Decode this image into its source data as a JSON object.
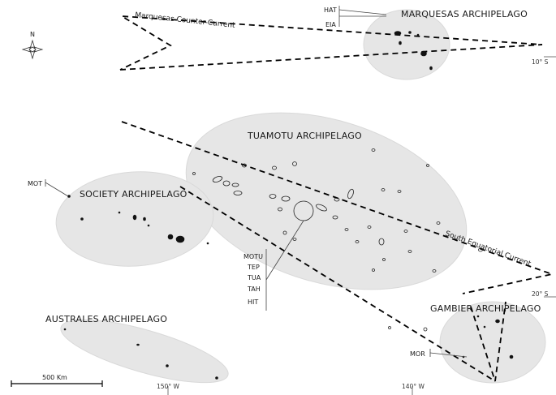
{
  "regions": {
    "marquesas": "MARQUESAS ARCHIPELAGO",
    "tuamotu": "TUAMOTU ARCHIPELAGO",
    "society": "SOCIETY ARCHIPELAGO",
    "australes": "AUSTRALES ARCHIPELAGO",
    "gambier": "GAMBIER ARCHIPELAGO"
  },
  "currents": {
    "marquesas": "Marquesas Counter-Current",
    "south_equatorial": "South Equatorial Current"
  },
  "island_codes": {
    "hat": "HAT",
    "eia": "EIA",
    "mot": "MOT",
    "mor": "MOR",
    "group": [
      "MOTU",
      "TEP",
      "TUA",
      "TAH",
      "HIT"
    ]
  },
  "graticule": {
    "lat_10s": "10° S",
    "lat_20s": "20° S",
    "lon_150w": "150° W",
    "lon_140w": "140° W"
  },
  "scale_bar": {
    "label": "500 Km"
  },
  "compass": {
    "north": "N"
  }
}
